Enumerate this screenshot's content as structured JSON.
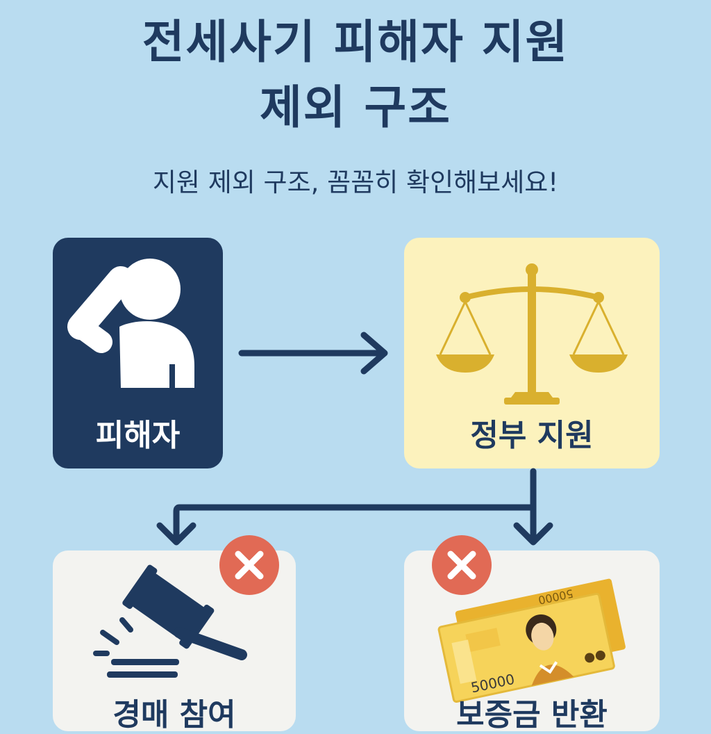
{
  "title": {
    "line1": "전세사기 피해자 지원",
    "line2": "제외 구조"
  },
  "subtitle": "지원 제외 구조, 꼼꼼히 확인해보세요!",
  "nodes": {
    "victim": {
      "label": "피해자",
      "icon": "person-headache-icon"
    },
    "government_support": {
      "label": "정부 지원",
      "icon": "scales-icon"
    },
    "auction": {
      "label": "경매 참여",
      "icon": "gavel-icon",
      "status": "excluded"
    },
    "deposit_return": {
      "label": "보증금 반환",
      "icon": "banknote-icon",
      "status": "excluded"
    }
  },
  "banknote": {
    "denomination_front": "50000",
    "denomination_back": "50000"
  },
  "colors": {
    "background": "#b9dcf0",
    "navy": "#1f3a5f",
    "gold": "#d9b02e",
    "soft_yellow": "#fcf2bd",
    "card": "#f3f3f0",
    "reject_red": "#e16a55"
  }
}
